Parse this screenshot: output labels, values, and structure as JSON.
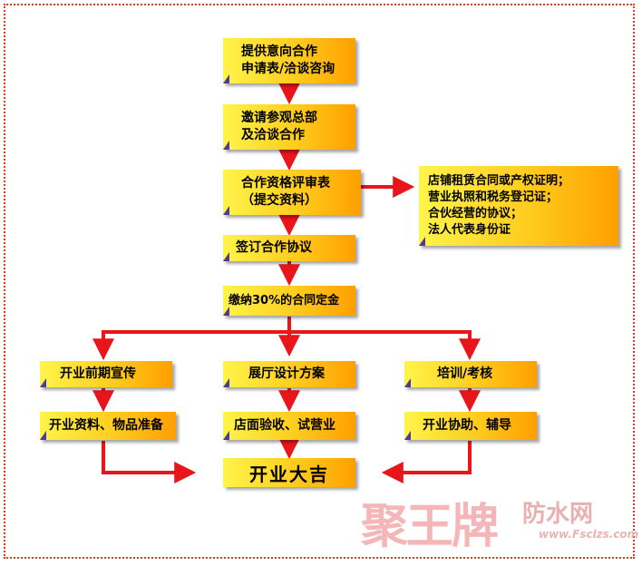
{
  "main_flow": {
    "step1": [
      "提供意向合作",
      "申请表/洽谈咨询"
    ],
    "step2": [
      "邀请参观总部",
      "及洽谈合作"
    ],
    "step3": [
      "合作资格评审表",
      "（提交资料）"
    ],
    "step4": "签订合作协议",
    "step5": "缴纳30%的合同定金"
  },
  "side_box": [
    "店铺租赁合同或产权证明；",
    "营业执照和税务登记证；",
    "合伙经营的协议；",
    "法人代表身份证"
  ],
  "branches": {
    "left": [
      "开业前期宣传",
      "开业资料、物品准备"
    ],
    "middle": [
      "展厅设计方案",
      "店面验收、试营业"
    ],
    "right": [
      "培训/考核",
      "开业协助、辅导"
    ]
  },
  "final": "开业大吉",
  "watermark": {
    "brand": "聚王牌",
    "suffix": "防水网",
    "url": "www.Fsclzs.com"
  },
  "colors": {
    "arrow": "#e8161b",
    "border": "#e23a2a",
    "box_light": "#fff44a",
    "box_dark": "#ff9f00"
  }
}
